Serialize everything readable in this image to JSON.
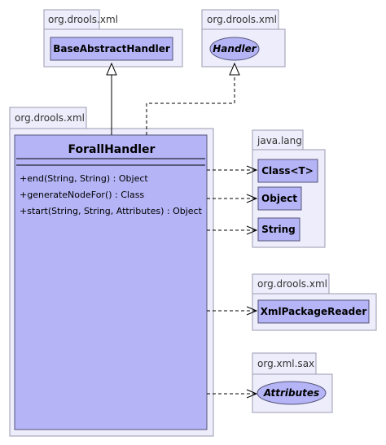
{
  "packages": {
    "base": "org.drools.xml",
    "handler": "org.drools.xml",
    "main": "org.drools.xml",
    "java_lang": "java.lang",
    "reader": "org.drools.xml",
    "sax": "org.xml.sax"
  },
  "classes": {
    "base_abstract_handler": "BaseAbstractHandler",
    "handler": "Handler",
    "forall_handler": "ForallHandler",
    "class_t": "Class<T>",
    "object": "Object",
    "string": "String",
    "xml_package_reader": "XmlPackageReader",
    "attributes": "Attributes"
  },
  "methods": [
    "+end(String, String) : Object",
    "+generateNodeFor() : Class",
    "+start(String, String, Attributes) : Object"
  ],
  "colors": {
    "package_fill": "#ededfb",
    "class_fill": "#b4b4f6",
    "border": "#55557a"
  }
}
